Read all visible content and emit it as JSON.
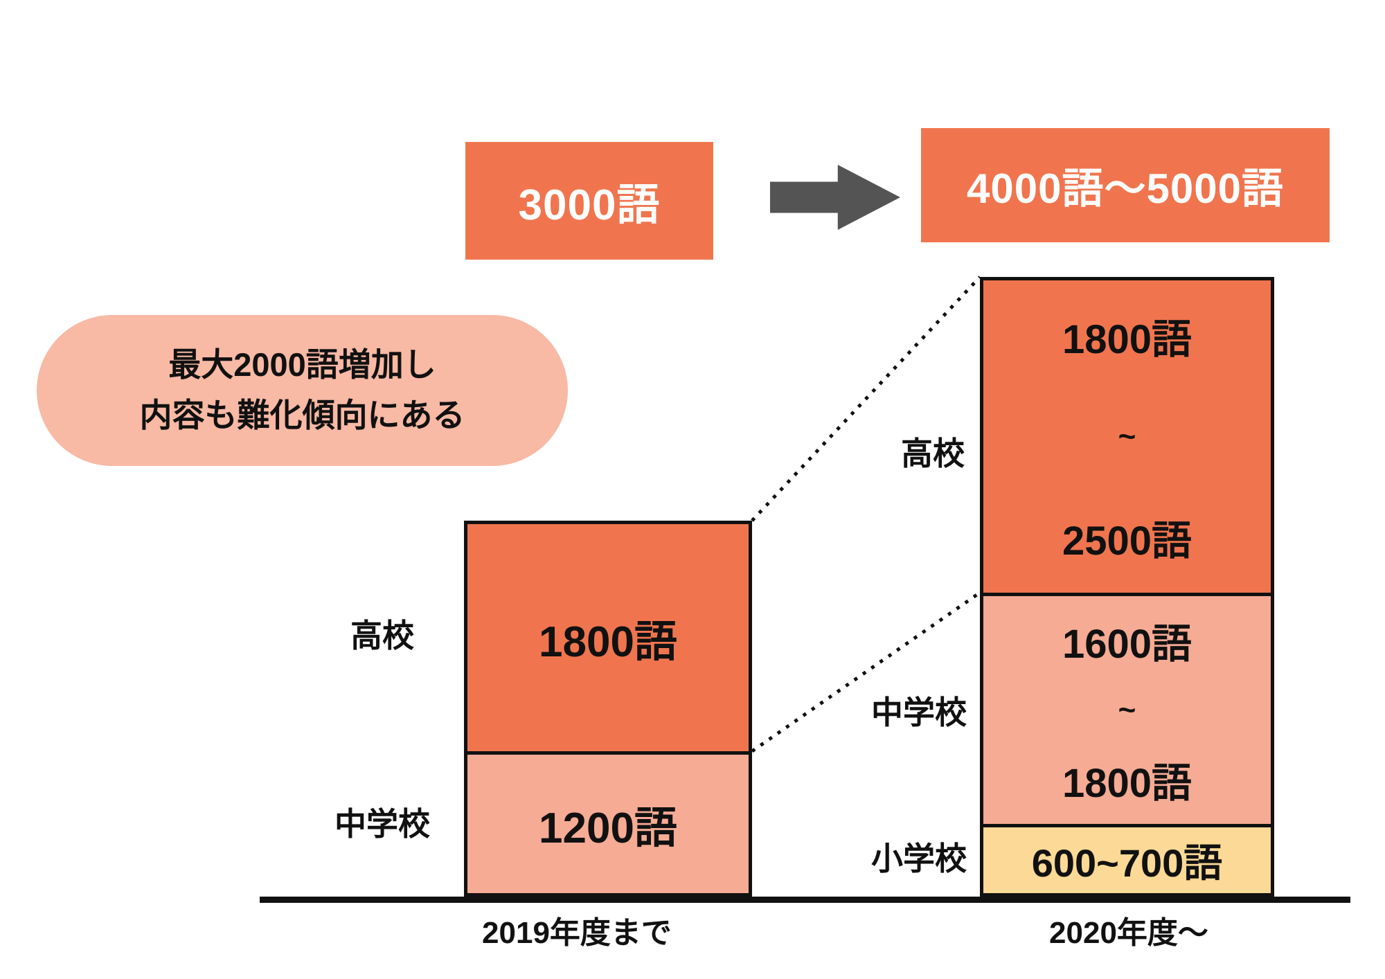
{
  "colors": {
    "orange": "#f0754e",
    "salmon": "#f6ab94",
    "yellow": "#fcd996",
    "bubble": "#f8b9a5",
    "arrow": "#545454",
    "ink": "#111111",
    "paper": "#ffffff"
  },
  "header": {
    "before_box": "3000語",
    "after_box": "4000語〜5000語"
  },
  "callout": {
    "line1": "最大2000語増加し",
    "line2": "内容も難化傾向にある"
  },
  "left_column": {
    "hs_label": "高校",
    "hs_value": "1800語",
    "jhs_label": "中学校",
    "jhs_value": "1200語",
    "axis_label": "2019年度まで"
  },
  "right_column": {
    "hs_label": "高校",
    "hs_min": "1800語",
    "hs_sep": "~",
    "hs_max": "2500語",
    "jhs_label": "中学校",
    "jhs_min": "1600語",
    "jhs_sep": "~",
    "jhs_max": "1800語",
    "es_label": "小学校",
    "es_value": "600~700語",
    "axis_label": "2020年度〜"
  },
  "chart_data": {
    "type": "bar",
    "stacked": true,
    "title": "英語の語彙数の変化(3000語 → 4000語〜5000語)",
    "categories": [
      "2019年度まで",
      "2020年度〜"
    ],
    "series": [
      {
        "name": "小学校",
        "color": "#fcd996",
        "values": [
          null,
          [
            600,
            700
          ]
        ],
        "labels": [
          "",
          "600~700語"
        ]
      },
      {
        "name": "中学校",
        "color": "#f6ab94",
        "values": [
          1200,
          [
            1600,
            1800
          ]
        ],
        "labels": [
          "1200語",
          "1600語~1800語"
        ]
      },
      {
        "name": "高校",
        "color": "#f0754e",
        "values": [
          1800,
          [
            1800,
            2500
          ]
        ],
        "labels": [
          "1800語",
          "1800語~2500語"
        ]
      }
    ],
    "totals": [
      "3000語",
      "4000語〜5000語"
    ],
    "annotation": "最大2000語増加し内容も難化傾向にある",
    "legend_position": "none",
    "grid": false,
    "connectors": "dotted lines link 2019 segment tops to 2020 segment tops"
  }
}
